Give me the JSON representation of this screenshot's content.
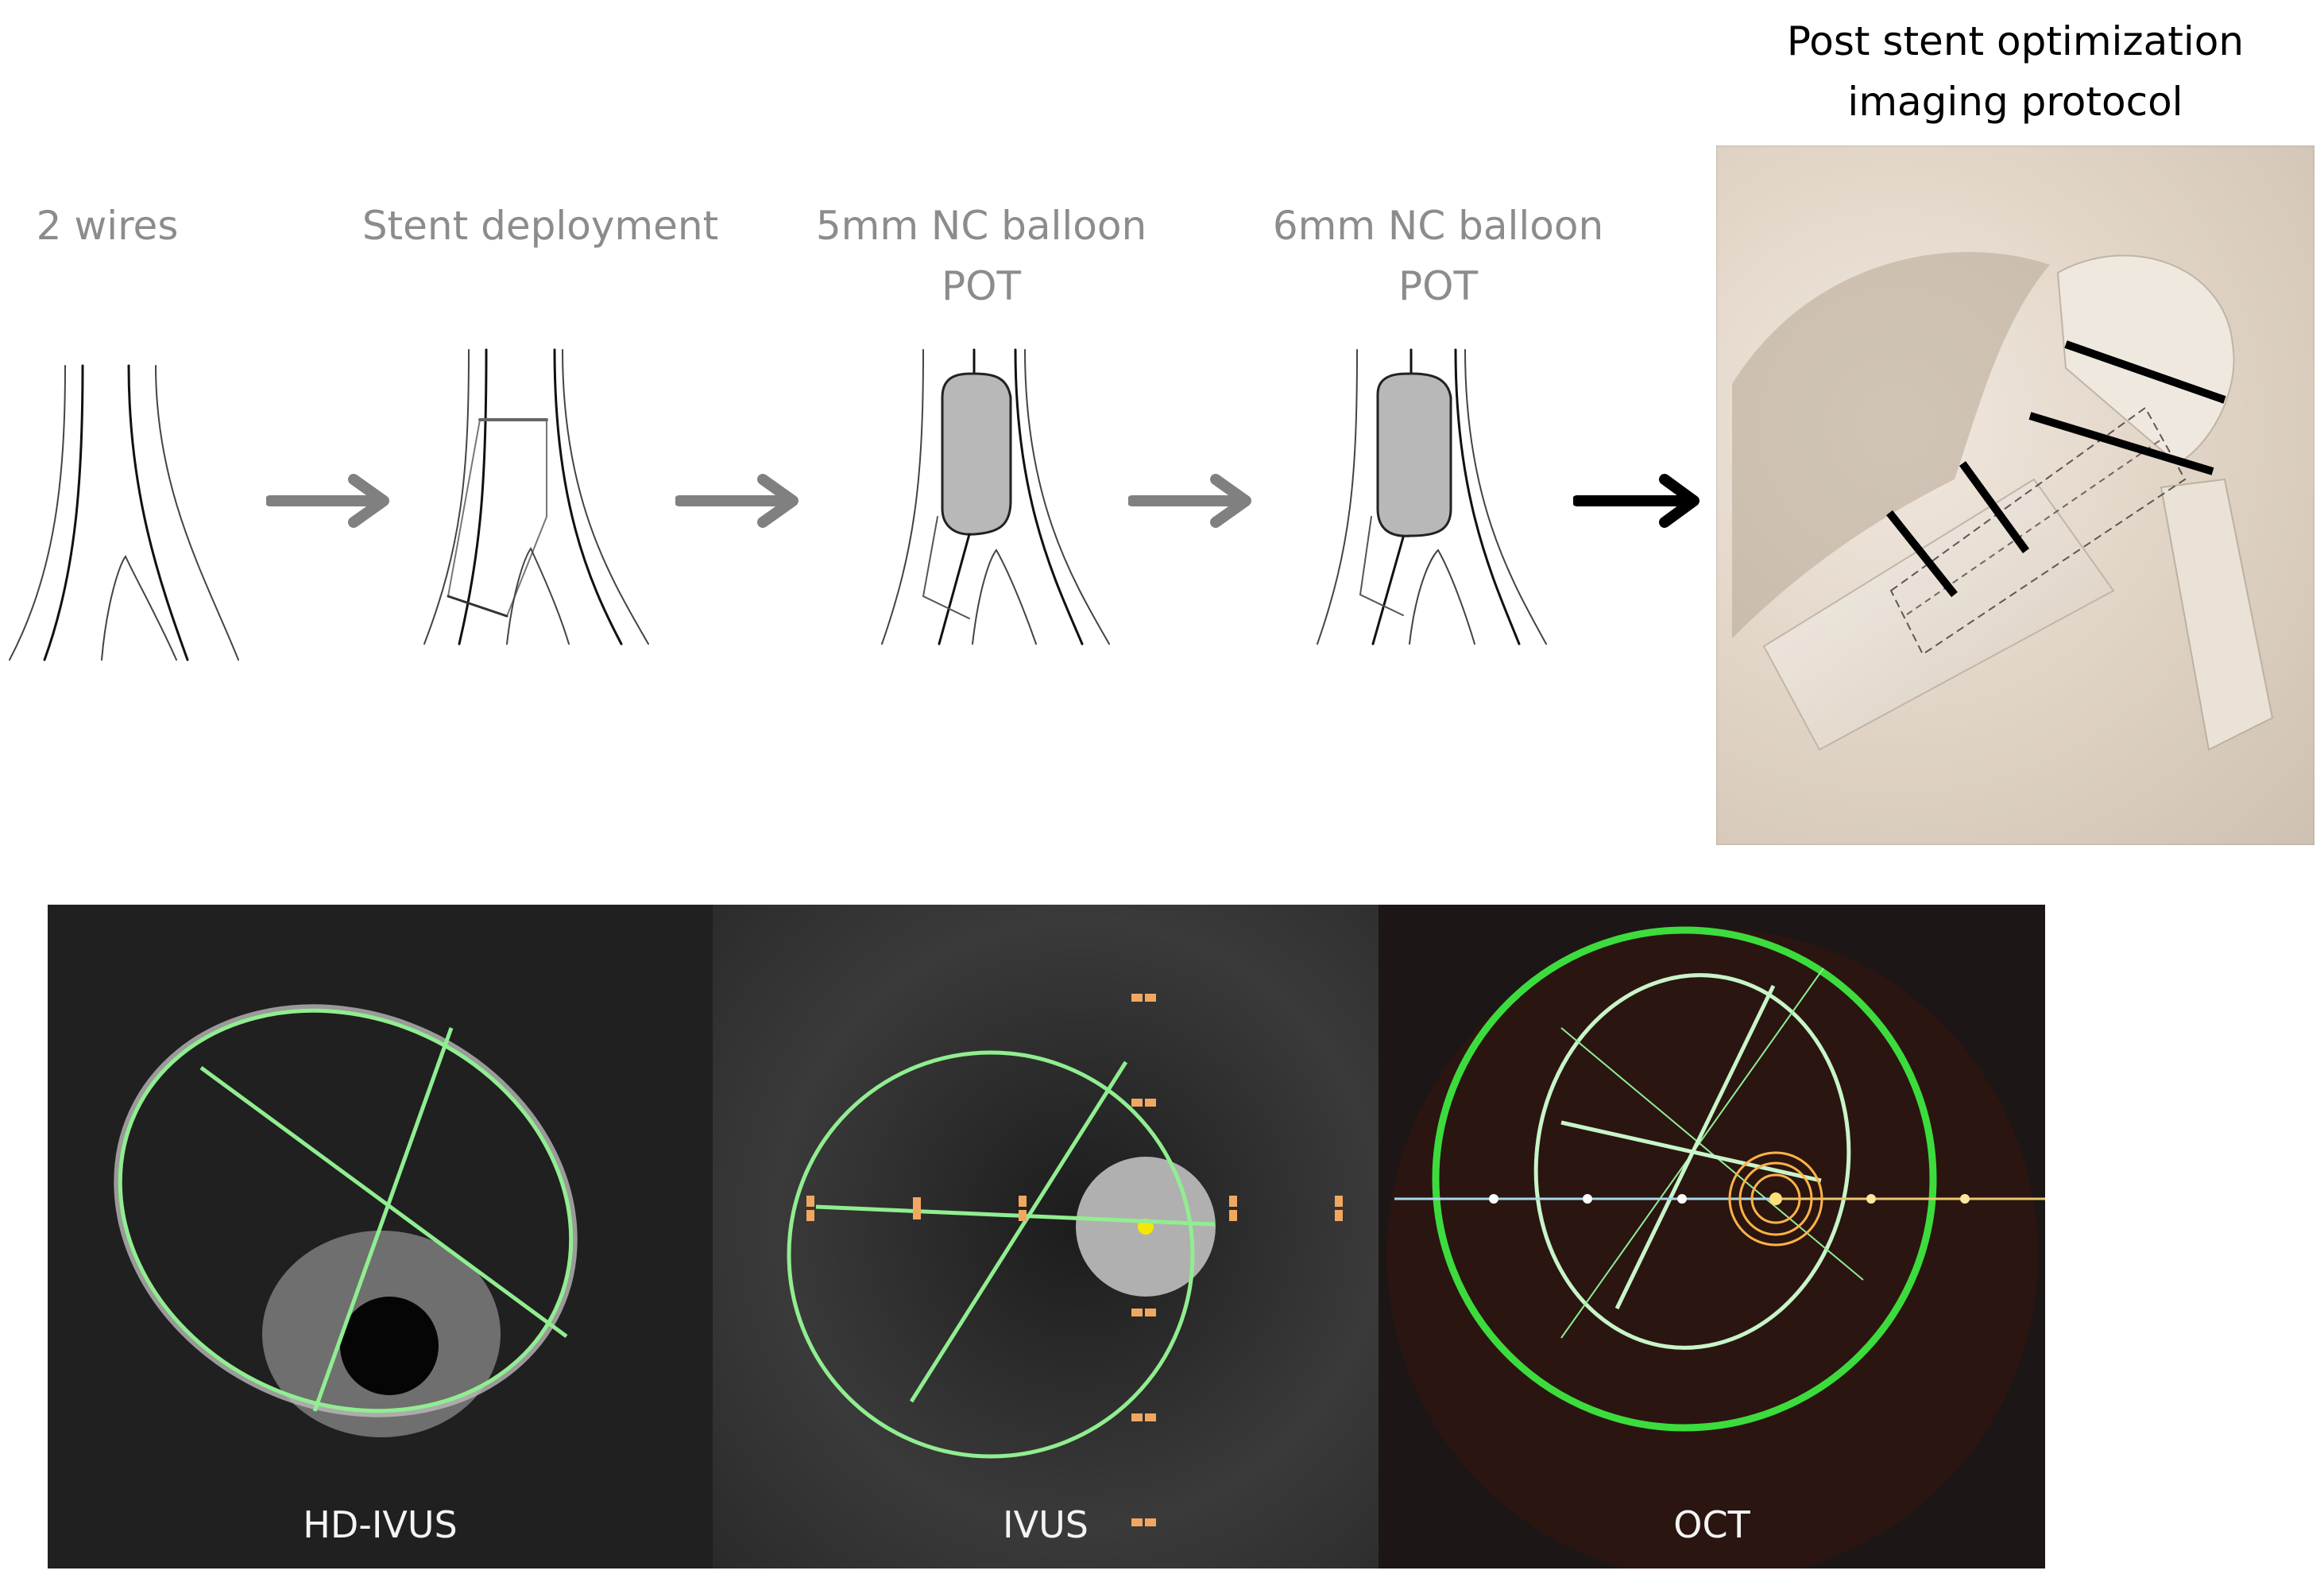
{
  "figure": {
    "title_line1": "Post stent optimization",
    "title_line2": "imaging protocol",
    "steps": [
      {
        "line1": "2 wires",
        "line2": ""
      },
      {
        "line1": "Stent deployment",
        "line2": ""
      },
      {
        "line1": "5mm NC balloon",
        "line2": "POT"
      },
      {
        "line1": "6mm NC balloon",
        "line2": "POT"
      }
    ],
    "arrows": [
      {
        "color": "#808080"
      },
      {
        "color": "#808080"
      },
      {
        "color": "#808080"
      },
      {
        "color": "#000000"
      }
    ],
    "photo": {
      "description": "bench model of stented bifurcation with four cross-section marker lines",
      "marker_count": 4
    },
    "panels": [
      {
        "label": "HD-IVUS",
        "overlay_color": "#90ee90"
      },
      {
        "label": "IVUS",
        "overlay_color": "#90ee90"
      },
      {
        "label": "OCT",
        "overlay_color": "#3cdc3c"
      }
    ]
  }
}
